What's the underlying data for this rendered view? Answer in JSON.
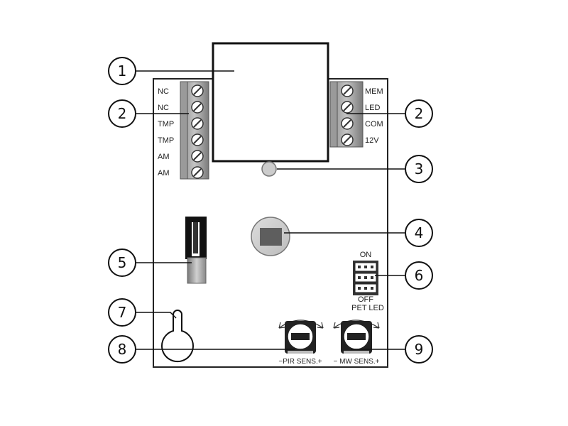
{
  "terminals_left": [
    "NC",
    "NC",
    "TMP",
    "TMP",
    "AM",
    "AM"
  ],
  "terminals_right": [
    "MEM",
    "LED",
    "COM",
    "12V"
  ],
  "jumper": {
    "on_label": "ON",
    "off_label": "OFF",
    "name_label": "PET LED"
  },
  "pots": {
    "pir_label": "−PIR SENS.+",
    "mw_label": "− MW SENS.+"
  },
  "callouts": [
    "1",
    "2",
    "2",
    "3",
    "4",
    "5",
    "6",
    "7",
    "8",
    "9"
  ]
}
